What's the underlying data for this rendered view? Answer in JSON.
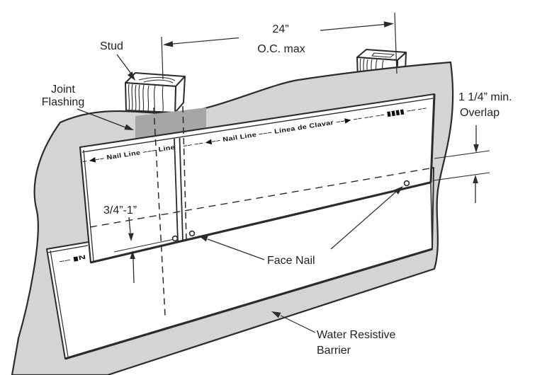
{
  "title": "Lap siding installation detail",
  "labels": {
    "stud": "Stud",
    "joint_flashing_line1": "Joint",
    "joint_flashing_line2": "Flashing",
    "stud_spacing_value": "24”",
    "stud_spacing_note": "O.C. max",
    "overlap_line1": "1 1/4” min.",
    "overlap_line2": "Overlap",
    "nail_edge_distance": "3/4”-1”",
    "face_nail": "Face Nail",
    "water_barrier_line1": "Water Resistive",
    "water_barrier_line2": "Barrier"
  },
  "siding_print": {
    "upper_left": "– ◀–– Nail Line ––– Line",
    "upper_right": "–– –– ◀–– Nail Line ––– Línea de Clavar ––▶ –– –– –– ▮▮▮▮ –– ––",
    "lower_stub": "–– ▮N"
  },
  "colors": {
    "barrier_gray": "#d4d4d4",
    "flashing_gray": "#a6a6a6",
    "board_white": "#ffffff",
    "ink": "#2b2b2b"
  }
}
